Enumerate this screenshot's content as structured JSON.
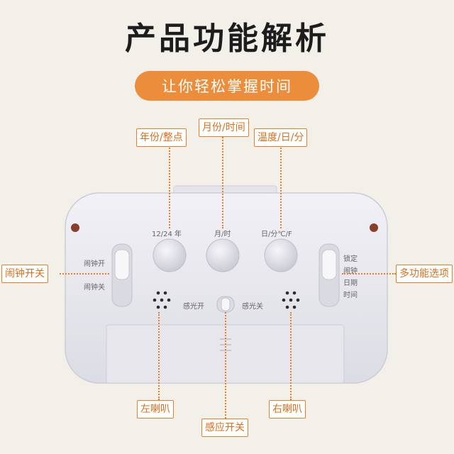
{
  "title": "产品功能解析",
  "subtitle": "让你轻松掌握时间",
  "colors": {
    "accent": "#ec8d3c",
    "leader": "#e2802c",
    "device": "#e9e9ef"
  },
  "device": {
    "buttons": {
      "left": "12/24 年",
      "middle": "月/时",
      "right": "日/分℃/F"
    },
    "alarm_switch": {
      "on": "闹钟开",
      "off": "闹钟关"
    },
    "mode_switch": {
      "lock": "锁定",
      "alarm": "闹钟",
      "date": "日期",
      "time": "时间"
    },
    "light_sensor": {
      "on": "感光开",
      "off": "感光关"
    }
  },
  "callouts": {
    "year_hour": "年份/整点",
    "month_time": "月份/时间",
    "temp_day_min": "温度/日/分",
    "alarm_switch": "闹钟开关",
    "multi_option": "多功能选项",
    "left_speaker": "左喇叭",
    "light_switch": "感应开关",
    "right_speaker": "右喇叭"
  }
}
